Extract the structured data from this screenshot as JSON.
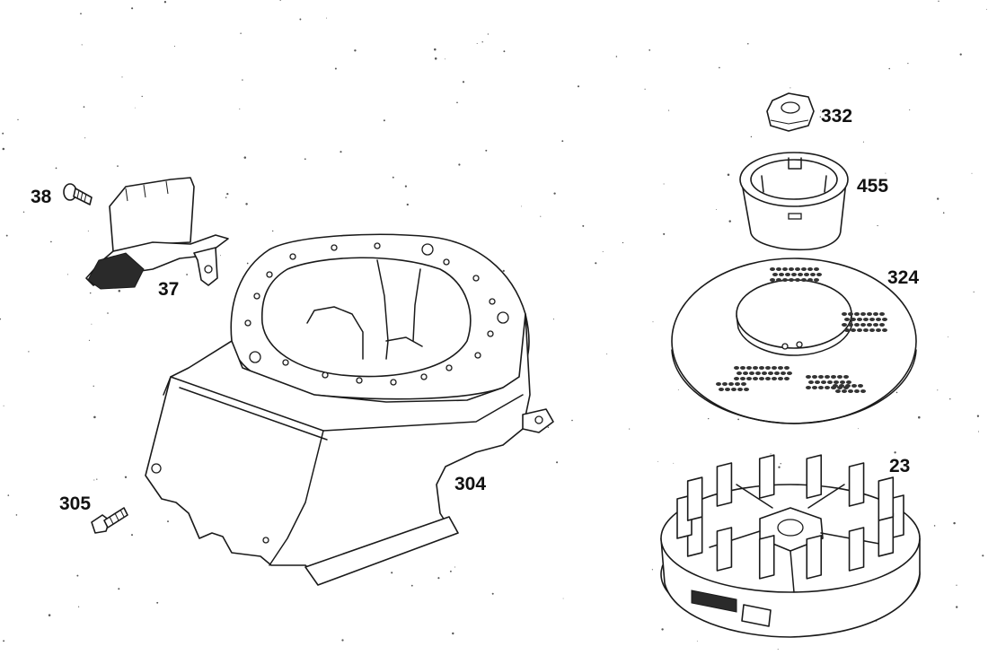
{
  "parts": [
    {
      "id": "38",
      "label": "38",
      "icon": "screw-icon"
    },
    {
      "id": "37",
      "label": "37",
      "icon": "baffle-icon"
    },
    {
      "id": "304",
      "label": "304",
      "icon": "blower-housing-icon"
    },
    {
      "id": "305",
      "label": "305",
      "icon": "screw-icon"
    },
    {
      "id": "332",
      "label": "332",
      "icon": "hex-nut-icon"
    },
    {
      "id": "455",
      "label": "455",
      "icon": "cup-icon"
    },
    {
      "id": "324",
      "label": "324",
      "icon": "screen-icon"
    },
    {
      "id": "23",
      "label": "23",
      "icon": "flywheel-icon"
    }
  ],
  "colors": {
    "line": "#1a1a1a",
    "paper": "#ffffff",
    "fill": "#2a2a2a"
  }
}
